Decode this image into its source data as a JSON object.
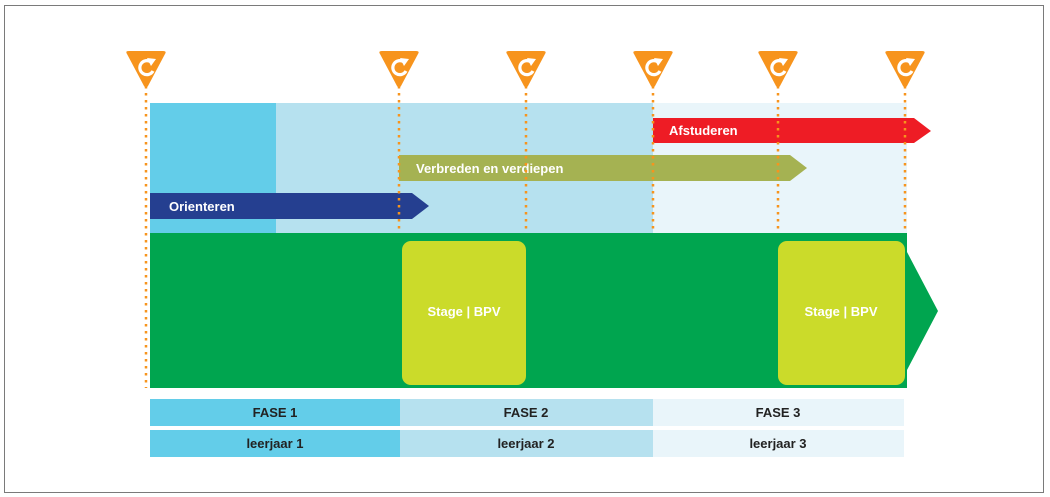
{
  "arrows": {
    "afstuderen": "Afstuderen",
    "verbreden": "Verbreden en verdiepen",
    "orienteren": "Orienteren"
  },
  "stages": {
    "first": "Stage | BPV",
    "second": "Stage | BPV"
  },
  "phases": [
    {
      "fase": "FASE 1",
      "leerjaar": "leerjaar 1"
    },
    {
      "fase": "FASE 2",
      "leerjaar": "leerjaar 2"
    },
    {
      "fase": "FASE 3",
      "leerjaar": "leerjaar 3"
    }
  ],
  "markers": {
    "icon": "cycle-arrow-icon",
    "count": 6
  },
  "colors": {
    "phase1_bg": "#63cde9",
    "phase2_bg": "#b6e1ef",
    "phase3_bg": "#e9f5fa",
    "main_band": "#00a54f",
    "stage_box": "#cbdb2a",
    "afstuderen": "#ee1c25",
    "verbreden": "#a5b252",
    "orienteren": "#253f90",
    "marker": "#f7941d"
  }
}
